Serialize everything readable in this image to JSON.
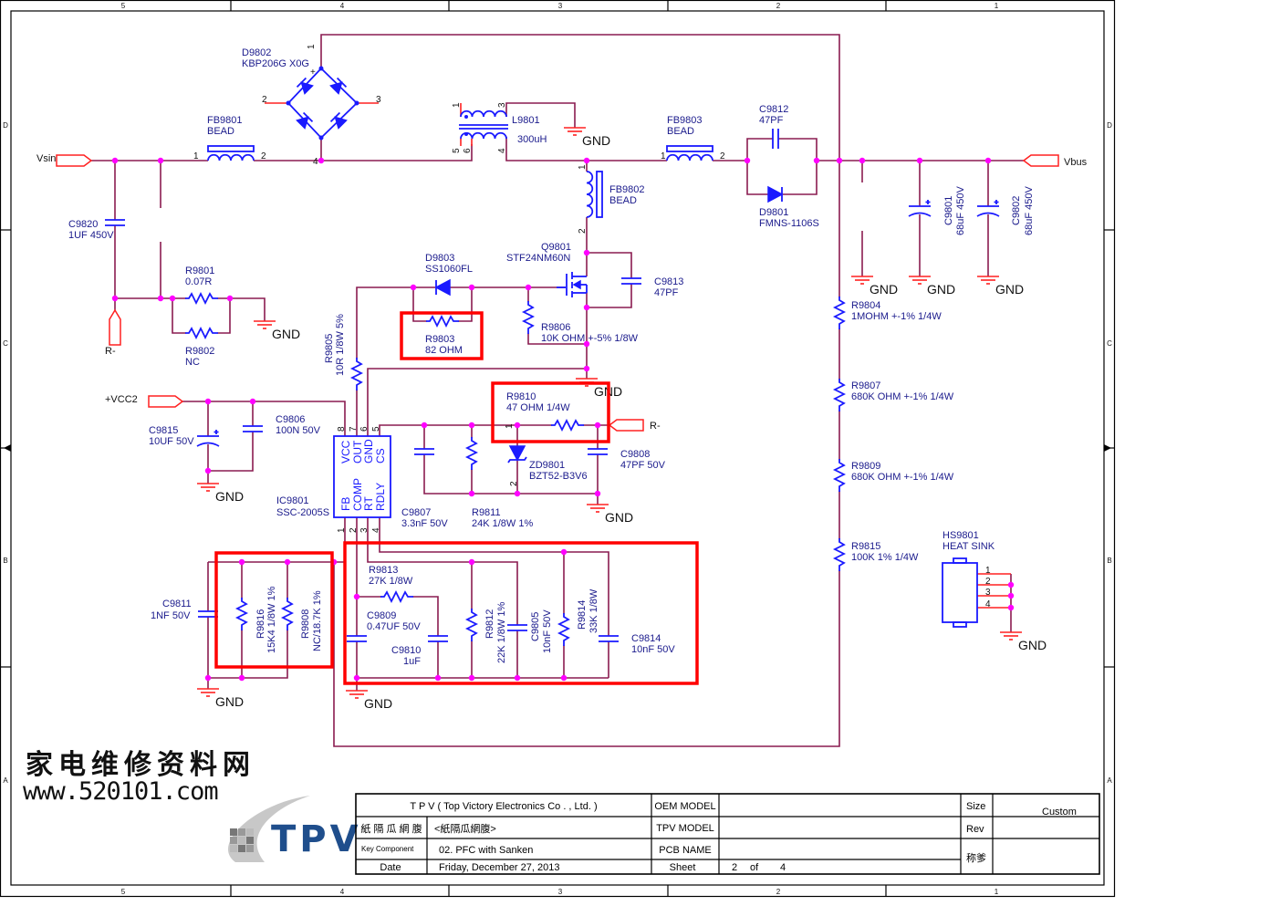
{
  "sheet": {
    "columns": [
      "5",
      "4",
      "3",
      "2",
      "1"
    ],
    "rows": [
      "D",
      "C",
      "B",
      "A"
    ]
  },
  "nets": {
    "gnd": "GND",
    "vsin": "Vsin",
    "vbus": "Vbus",
    "r_minus": "R-",
    "vcc2": "+VCC2"
  },
  "components": {
    "D9802": {
      "ref": "D9802",
      "value": "KBP206G X0G",
      "pins": [
        "1",
        "2",
        "3",
        "4"
      ],
      "plus": "+"
    },
    "FB9801": {
      "ref": "FB9801",
      "value": "BEAD",
      "pins": [
        "1",
        "2"
      ]
    },
    "C9820": {
      "ref": "C9820",
      "value": "1UF 450V"
    },
    "R9801": {
      "ref": "R9801",
      "value": "0.07R"
    },
    "R9802": {
      "ref": "R9802",
      "value": "NC"
    },
    "L9801": {
      "ref": "L9801",
      "value": "300uH",
      "pins": [
        "1",
        "3",
        "5",
        "6",
        "4"
      ]
    },
    "FB9803": {
      "ref": "FB9803",
      "value": "BEAD",
      "pins": [
        "1",
        "2"
      ]
    },
    "C9812": {
      "ref": "C9812",
      "value": "47PF"
    },
    "D9801": {
      "ref": "D9801",
      "value": "FMNS-1106S"
    },
    "FB9802": {
      "ref": "FB9802",
      "value": "BEAD",
      "pins": [
        "1",
        "2"
      ]
    },
    "Q9801": {
      "ref": "Q9801",
      "value": "STF24NM60N"
    },
    "D9803": {
      "ref": "D9803",
      "value": "SS1060FL"
    },
    "C9813": {
      "ref": "C9813",
      "value": "47PF"
    },
    "R9806": {
      "ref": "R9806",
      "value": "10K OHM +-5% 1/8W"
    },
    "R9803": {
      "ref": "R9803",
      "value": "82 OHM"
    },
    "R9805": {
      "ref": "R9805",
      "value": "10R 1/8W 5%"
    },
    "C9815": {
      "ref": "C9815",
      "value": "10UF 50V"
    },
    "C9806": {
      "ref": "C9806",
      "value": "100N 50V"
    },
    "R9810": {
      "ref": "R9810",
      "value": "47 OHM 1/4W"
    },
    "ZD9801": {
      "ref": "ZD9801",
      "value": "BZT52-B3V6",
      "pins": [
        "1",
        "2"
      ]
    },
    "C9808": {
      "ref": "C9808",
      "value": "47PF 50V"
    },
    "C9807": {
      "ref": "C9807",
      "value": "3.3nF 50V"
    },
    "R9811": {
      "ref": "R9811",
      "value": "24K 1/8W 1%"
    },
    "C9811": {
      "ref": "C9811",
      "value": "1NF 50V"
    },
    "R9816": {
      "ref": "R9816",
      "value": "15K4 1/8W 1%"
    },
    "R9808": {
      "ref": "R9808",
      "value": "NC/18.7K 1%"
    },
    "R9813": {
      "ref": "R9813",
      "value": "27K 1/8W"
    },
    "C9809": {
      "ref": "C9809",
      "value": "0.47UF 50V"
    },
    "C9810": {
      "ref": "C9810",
      "value": "1uF"
    },
    "R9812": {
      "ref": "R9812",
      "value": "22K 1/8W 1%"
    },
    "C9805": {
      "ref": "C9805",
      "value": "10nF 50V"
    },
    "R9814": {
      "ref": "R9814",
      "value": "33K 1/8W"
    },
    "C9814": {
      "ref": "C9814",
      "value": "10nF 50V"
    },
    "C9801": {
      "ref": "C9801",
      "value": "68uF 450V"
    },
    "C9802": {
      "ref": "C9802",
      "value": "68uF 450V"
    },
    "R9804": {
      "ref": "R9804",
      "value": "1MOHM +-1% 1/4W"
    },
    "R9807": {
      "ref": "R9807",
      "value": "680K OHM +-1% 1/4W"
    },
    "R9809": {
      "ref": "R9809",
      "value": "680K OHM +-1% 1/4W"
    },
    "R9815": {
      "ref": "R9815",
      "value": "100K 1% 1/4W"
    },
    "HS9801": {
      "ref": "HS9801",
      "value": "HEAT SINK",
      "pins": [
        "1",
        "2",
        "3",
        "4"
      ]
    }
  },
  "ic": {
    "ref": "IC9801",
    "value": "SSC-2005S",
    "pins_top": [
      {
        "num": "8",
        "name": "VCC"
      },
      {
        "num": "7",
        "name": "OUT"
      },
      {
        "num": "6",
        "name": "GND"
      },
      {
        "num": "5",
        "name": "CS"
      }
    ],
    "pins_bottom": [
      {
        "num": "1",
        "name": "FB"
      },
      {
        "num": "2",
        "name": "COMP"
      },
      {
        "num": "3",
        "name": "RT"
      },
      {
        "num": "4",
        "name": "RDLY"
      }
    ]
  },
  "title_block": {
    "company": "T P V  ( Top   Victory   Electronics   Co . ,  Ltd. )",
    "row2_label": "紙 隔 瓜 網 腹",
    "row2_value": "<紙隔瓜網腹>",
    "key_component_label": "Key Component",
    "key_component_value": "02. PFC with Sanken",
    "date_label": "Date",
    "date_value": "Friday, December 27, 2013",
    "oem_model_label": "OEM MODEL",
    "tpv_model_label": "TPV MODEL",
    "pcb_name_label": "PCB NAME",
    "sheet_label": "Sheet",
    "sheet_number": "2",
    "sheet_of": "of",
    "sheet_total": "4",
    "size_label": "Size",
    "size_value": "Custom",
    "rev_label": "Rev",
    "approver_label": "称爹"
  },
  "watermark": {
    "site_name": "家电维修资料网",
    "url": "www.520101.com"
  },
  "logo": {
    "text": "TPV"
  },
  "colors": {
    "wire": "#8a1c50",
    "component": "#1a1aff",
    "label": "#1a1a8c",
    "junction": "#ff00ff",
    "highlight": "#ff0000",
    "logo": "#1f4e8c"
  }
}
